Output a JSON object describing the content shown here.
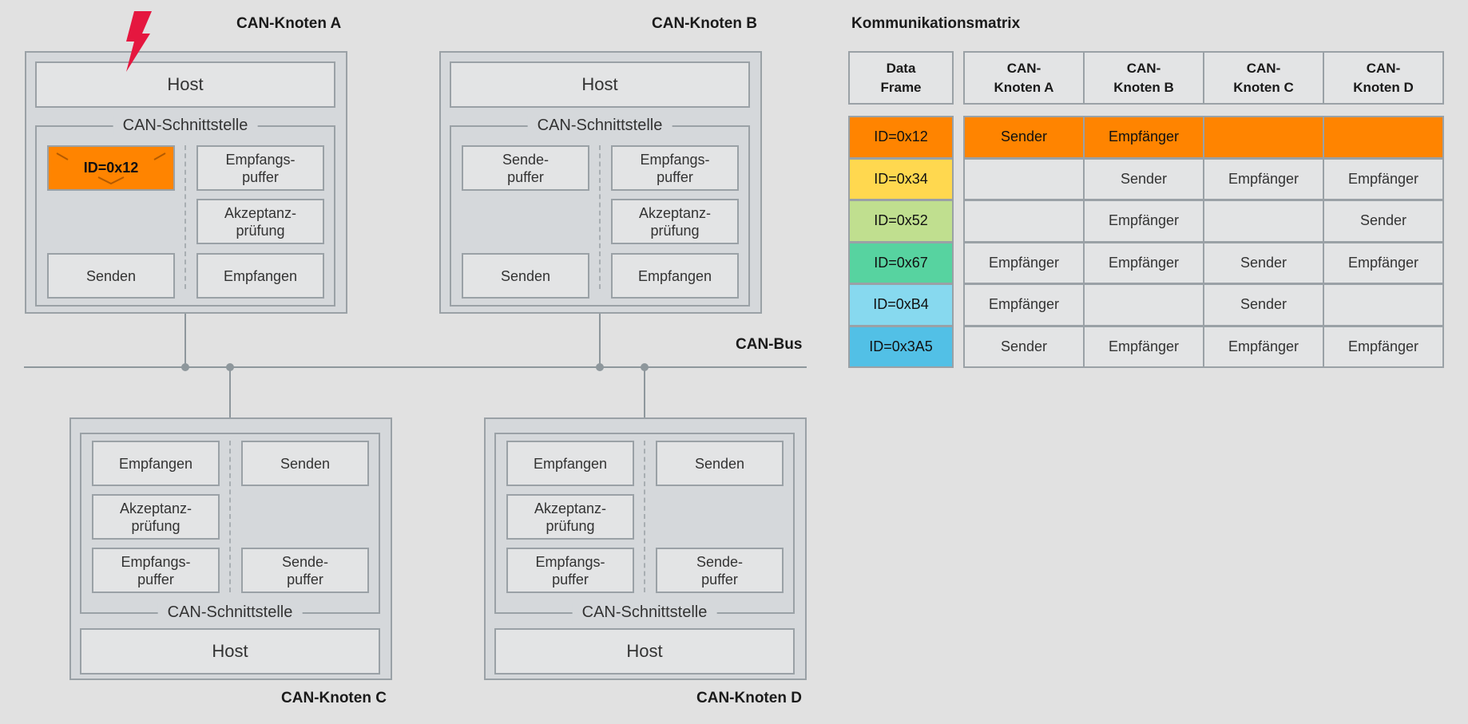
{
  "bus_label": "CAN-Bus",
  "nodes": {
    "a": {
      "title": "CAN-Knoten A",
      "host": "Host",
      "interface": "CAN-Schnittstelle",
      "message": "ID=0x12",
      "rx_buffer": "Empfangs-\npuffer",
      "acceptance": "Akzeptanz-\nprüfung",
      "send": "Senden",
      "receive": "Empfangen"
    },
    "b": {
      "title": "CAN-Knoten B",
      "host": "Host",
      "interface": "CAN-Schnittstelle",
      "tx_buffer": "Sende-\npuffer",
      "rx_buffer": "Empfangs-\npuffer",
      "acceptance": "Akzeptanz-\nprüfung",
      "send": "Senden",
      "receive": "Empfangen"
    },
    "c": {
      "title": "CAN-Knoten C",
      "host": "Host",
      "interface": "CAN-Schnittstelle",
      "receive": "Empfangen",
      "send": "Senden",
      "acceptance": "Akzeptanz-\nprüfung",
      "rx_buffer": "Empfangs-\npuffer",
      "tx_buffer": "Sende-\npuffer"
    },
    "d": {
      "title": "CAN-Knoten D",
      "host": "Host",
      "interface": "CAN-Schnittstelle",
      "receive": "Empfangen",
      "send": "Senden",
      "acceptance": "Akzeptanz-\nprüfung",
      "rx_buffer": "Empfangs-\npuffer",
      "tx_buffer": "Sende-\npuffer"
    }
  },
  "matrix": {
    "title": "Kommunikationsmatrix",
    "frame_header": "Data\nFrame",
    "node_headers": [
      "CAN-\nKnoten A",
      "CAN-\nKnoten B",
      "CAN-\nKnoten C",
      "CAN-\nKnoten D"
    ],
    "rows": [
      {
        "id": "ID=0x12",
        "color": "#ff8400",
        "cells": [
          "Sender",
          "Empfänger",
          "",
          ""
        ]
      },
      {
        "id": "ID=0x34",
        "color": "#ffd84f",
        "cells": [
          "",
          "Sender",
          "Empfänger",
          "Empfänger"
        ]
      },
      {
        "id": "ID=0x52",
        "color": "#c0df8f",
        "cells": [
          "",
          "Empfänger",
          "",
          "Sender"
        ]
      },
      {
        "id": "ID=0x67",
        "color": "#57d3a0",
        "cells": [
          "Empfänger",
          "Empfänger",
          "Sender",
          "Empfänger"
        ]
      },
      {
        "id": "ID=0xB4",
        "color": "#87d9ef",
        "cells": [
          "Empfänger",
          "",
          "Sender",
          ""
        ]
      },
      {
        "id": "ID=0x3A5",
        "color": "#52c0e6",
        "cells": [
          "Sender",
          "Empfänger",
          "Empfänger",
          "Empfänger"
        ]
      }
    ],
    "highlight_color": "#ff8400"
  },
  "icons": {
    "error": "lightning-bolt-icon"
  },
  "colors": {
    "error": "#e5173f",
    "bus_line": "#8e979c"
  }
}
